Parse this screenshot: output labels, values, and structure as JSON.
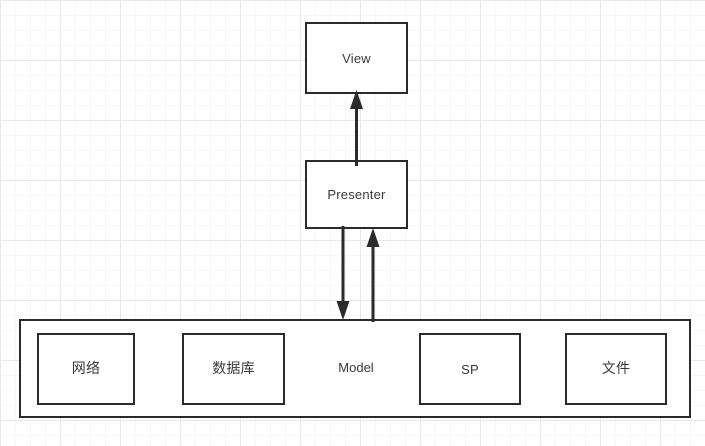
{
  "diagram": {
    "title_nodes": {
      "view": "View",
      "presenter": "Presenter",
      "model": "Model"
    },
    "model_children": [
      {
        "id": "network",
        "label": "网络"
      },
      {
        "id": "database",
        "label": "数据库"
      },
      {
        "id": "sp",
        "label": "SP"
      },
      {
        "id": "file",
        "label": "文件"
      }
    ],
    "connectors": [
      {
        "id": "presenter-to-view",
        "from": "Presenter",
        "to": "View",
        "direction": "up"
      },
      {
        "id": "presenter-to-model",
        "from": "Presenter",
        "to": "Model",
        "direction": "down"
      },
      {
        "id": "model-to-presenter",
        "from": "Model",
        "to": "Presenter",
        "direction": "up"
      }
    ],
    "colors": {
      "stroke": "#2b2b2b",
      "text": "#3a3a3a",
      "fill": "#ffffff",
      "grid_minor": "#f6f6f6",
      "grid_major": "#e9e9e9"
    }
  }
}
